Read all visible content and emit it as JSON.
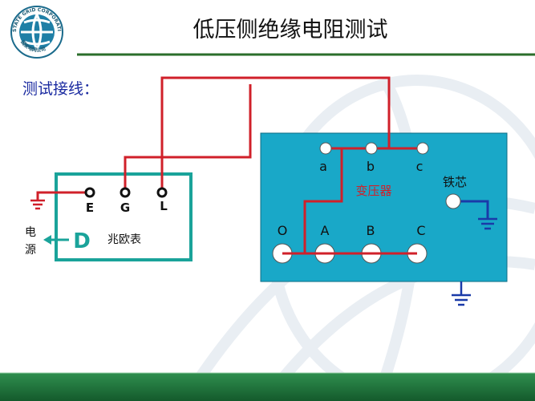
{
  "slide": {
    "title": "低压侧绝缘电阻测试",
    "subtitle": "测试接线：",
    "logo": {
      "ring_text": "STATE GRID CORPORATION OF CHINA",
      "cn_text": "国家电网公司"
    }
  },
  "megger": {
    "label": "兆欧表",
    "terminals": [
      "E",
      "G",
      "L"
    ],
    "power_glyph": "D",
    "power_label_line1": "电",
    "power_label_line2": "源"
  },
  "transformer": {
    "label": "变压器",
    "lv_terminals": [
      "a",
      "b",
      "c"
    ],
    "hv_terminals": [
      "O",
      "A",
      "B",
      "C"
    ],
    "core_label": "铁芯"
  },
  "colors": {
    "wire": "#d0202a",
    "ground_wire": "#1a3aa8",
    "megger_border": "#1aa39a",
    "transformer_fill": "#19a8c8",
    "title_rule": "#2b6e2b",
    "subtitle": "#1a2aa0",
    "footer": "#1f7a3f"
  }
}
